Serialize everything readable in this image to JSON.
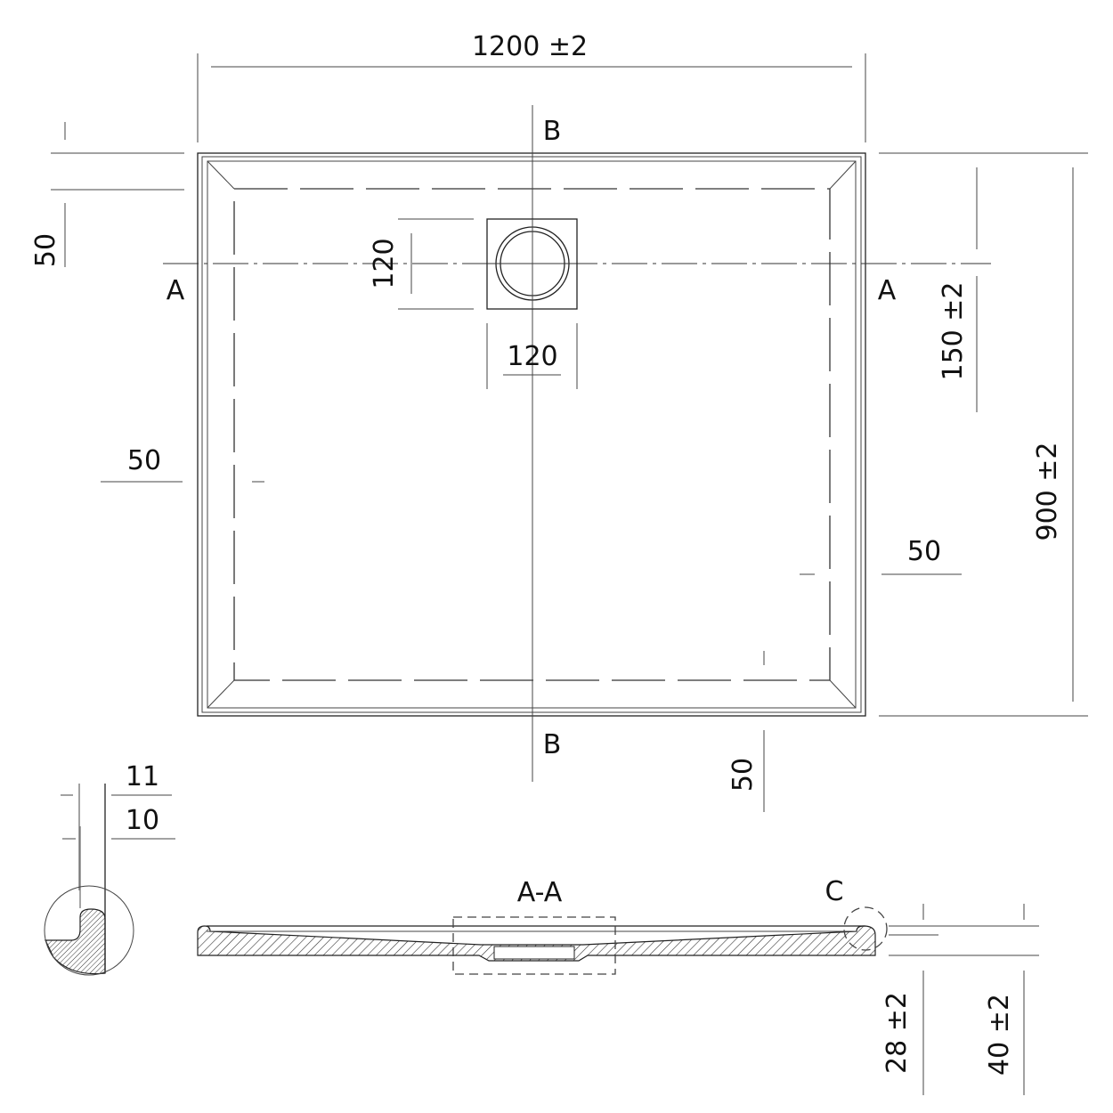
{
  "dimensions": {
    "width": "1200 ±2",
    "depth": "900 ±2",
    "drain_offset": "150 ±2",
    "drain_height": "120",
    "drain_width": "120",
    "margin_left": "50",
    "margin_top": "50",
    "margin_right": "50",
    "margin_bottom": "50",
    "height_edge": "28 ±2",
    "height_total": "40 ±2",
    "detail_top": "11",
    "detail_bottom": "10"
  },
  "section_labels": {
    "a_left": "A",
    "a_right": "A",
    "b_top": "B",
    "b_bottom": "B",
    "section_title": "A-A",
    "detail": "C"
  }
}
